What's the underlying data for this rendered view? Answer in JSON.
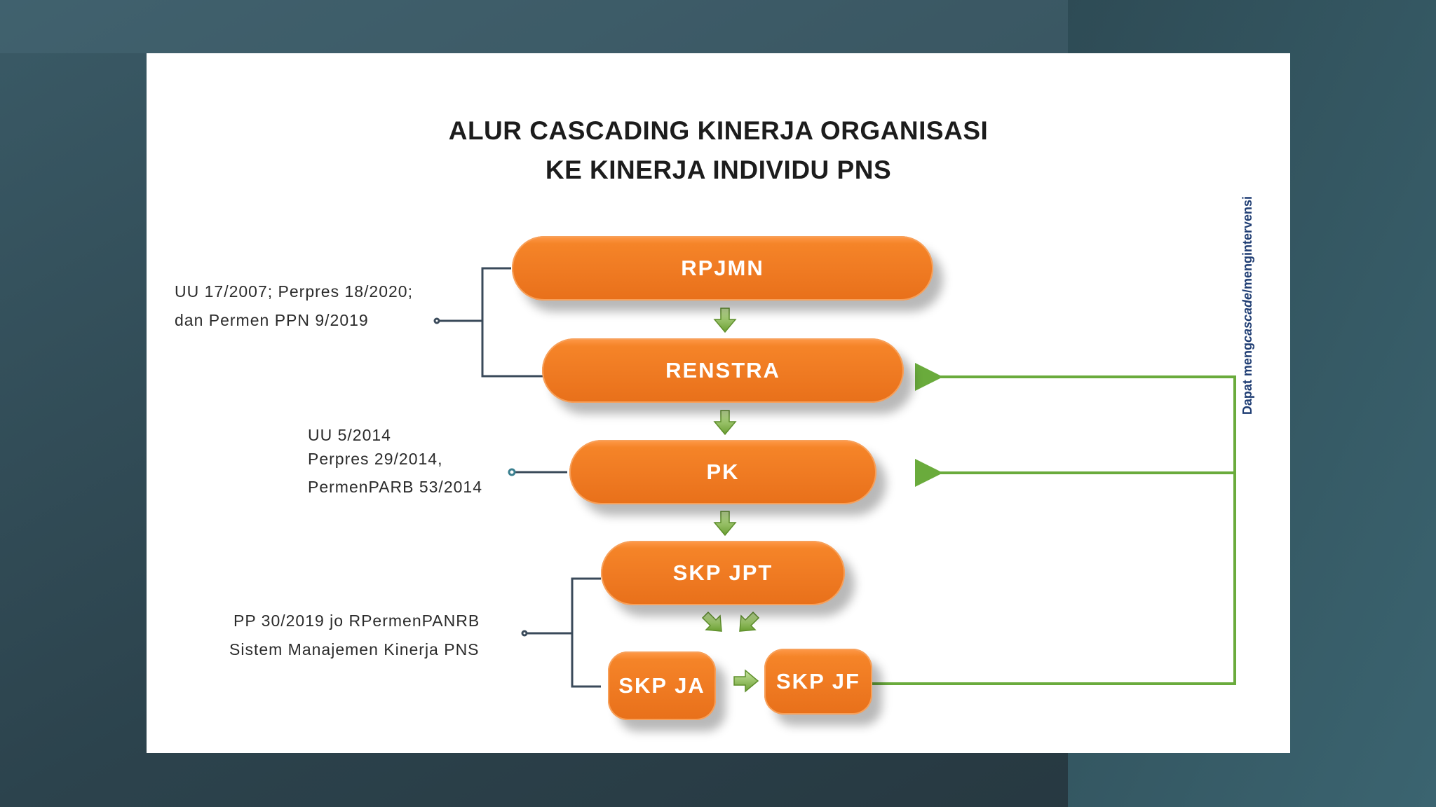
{
  "title": {
    "line1": "ALUR CASCADING KINERJA ORGANISASI",
    "line2": "KE KINERJA INDIVIDU PNS"
  },
  "nodes": {
    "rpjmn": "RPJMN",
    "renstra": "RENSTRA",
    "pk": "PK",
    "skp_jpt": "SKP JPT",
    "skp_ja": "SKP JA",
    "skp_jf": "SKP JF"
  },
  "references": {
    "group1": [
      "UU 17/2007; Perpres 18/2020;",
      "dan Permen PPN 9/2019"
    ],
    "group2": [
      "UU 5/2014",
      "Perpres 29/2014,",
      "PermenPARB 53/2014"
    ],
    "group3": [
      "PP 30/2019 jo RPermenPANRB",
      "Sistem Manajemen Kinerja PNS"
    ]
  },
  "side_label": {
    "prefix": "Dapat meng",
    "italic": "cascade",
    "suffix": "/mengintervensi"
  },
  "colors": {
    "box": "#ef7a22",
    "arrow": "#7cb342",
    "feedback_line": "#6aab3c",
    "bracket": "#3a4a5a",
    "side_label": "#1f3d73"
  }
}
